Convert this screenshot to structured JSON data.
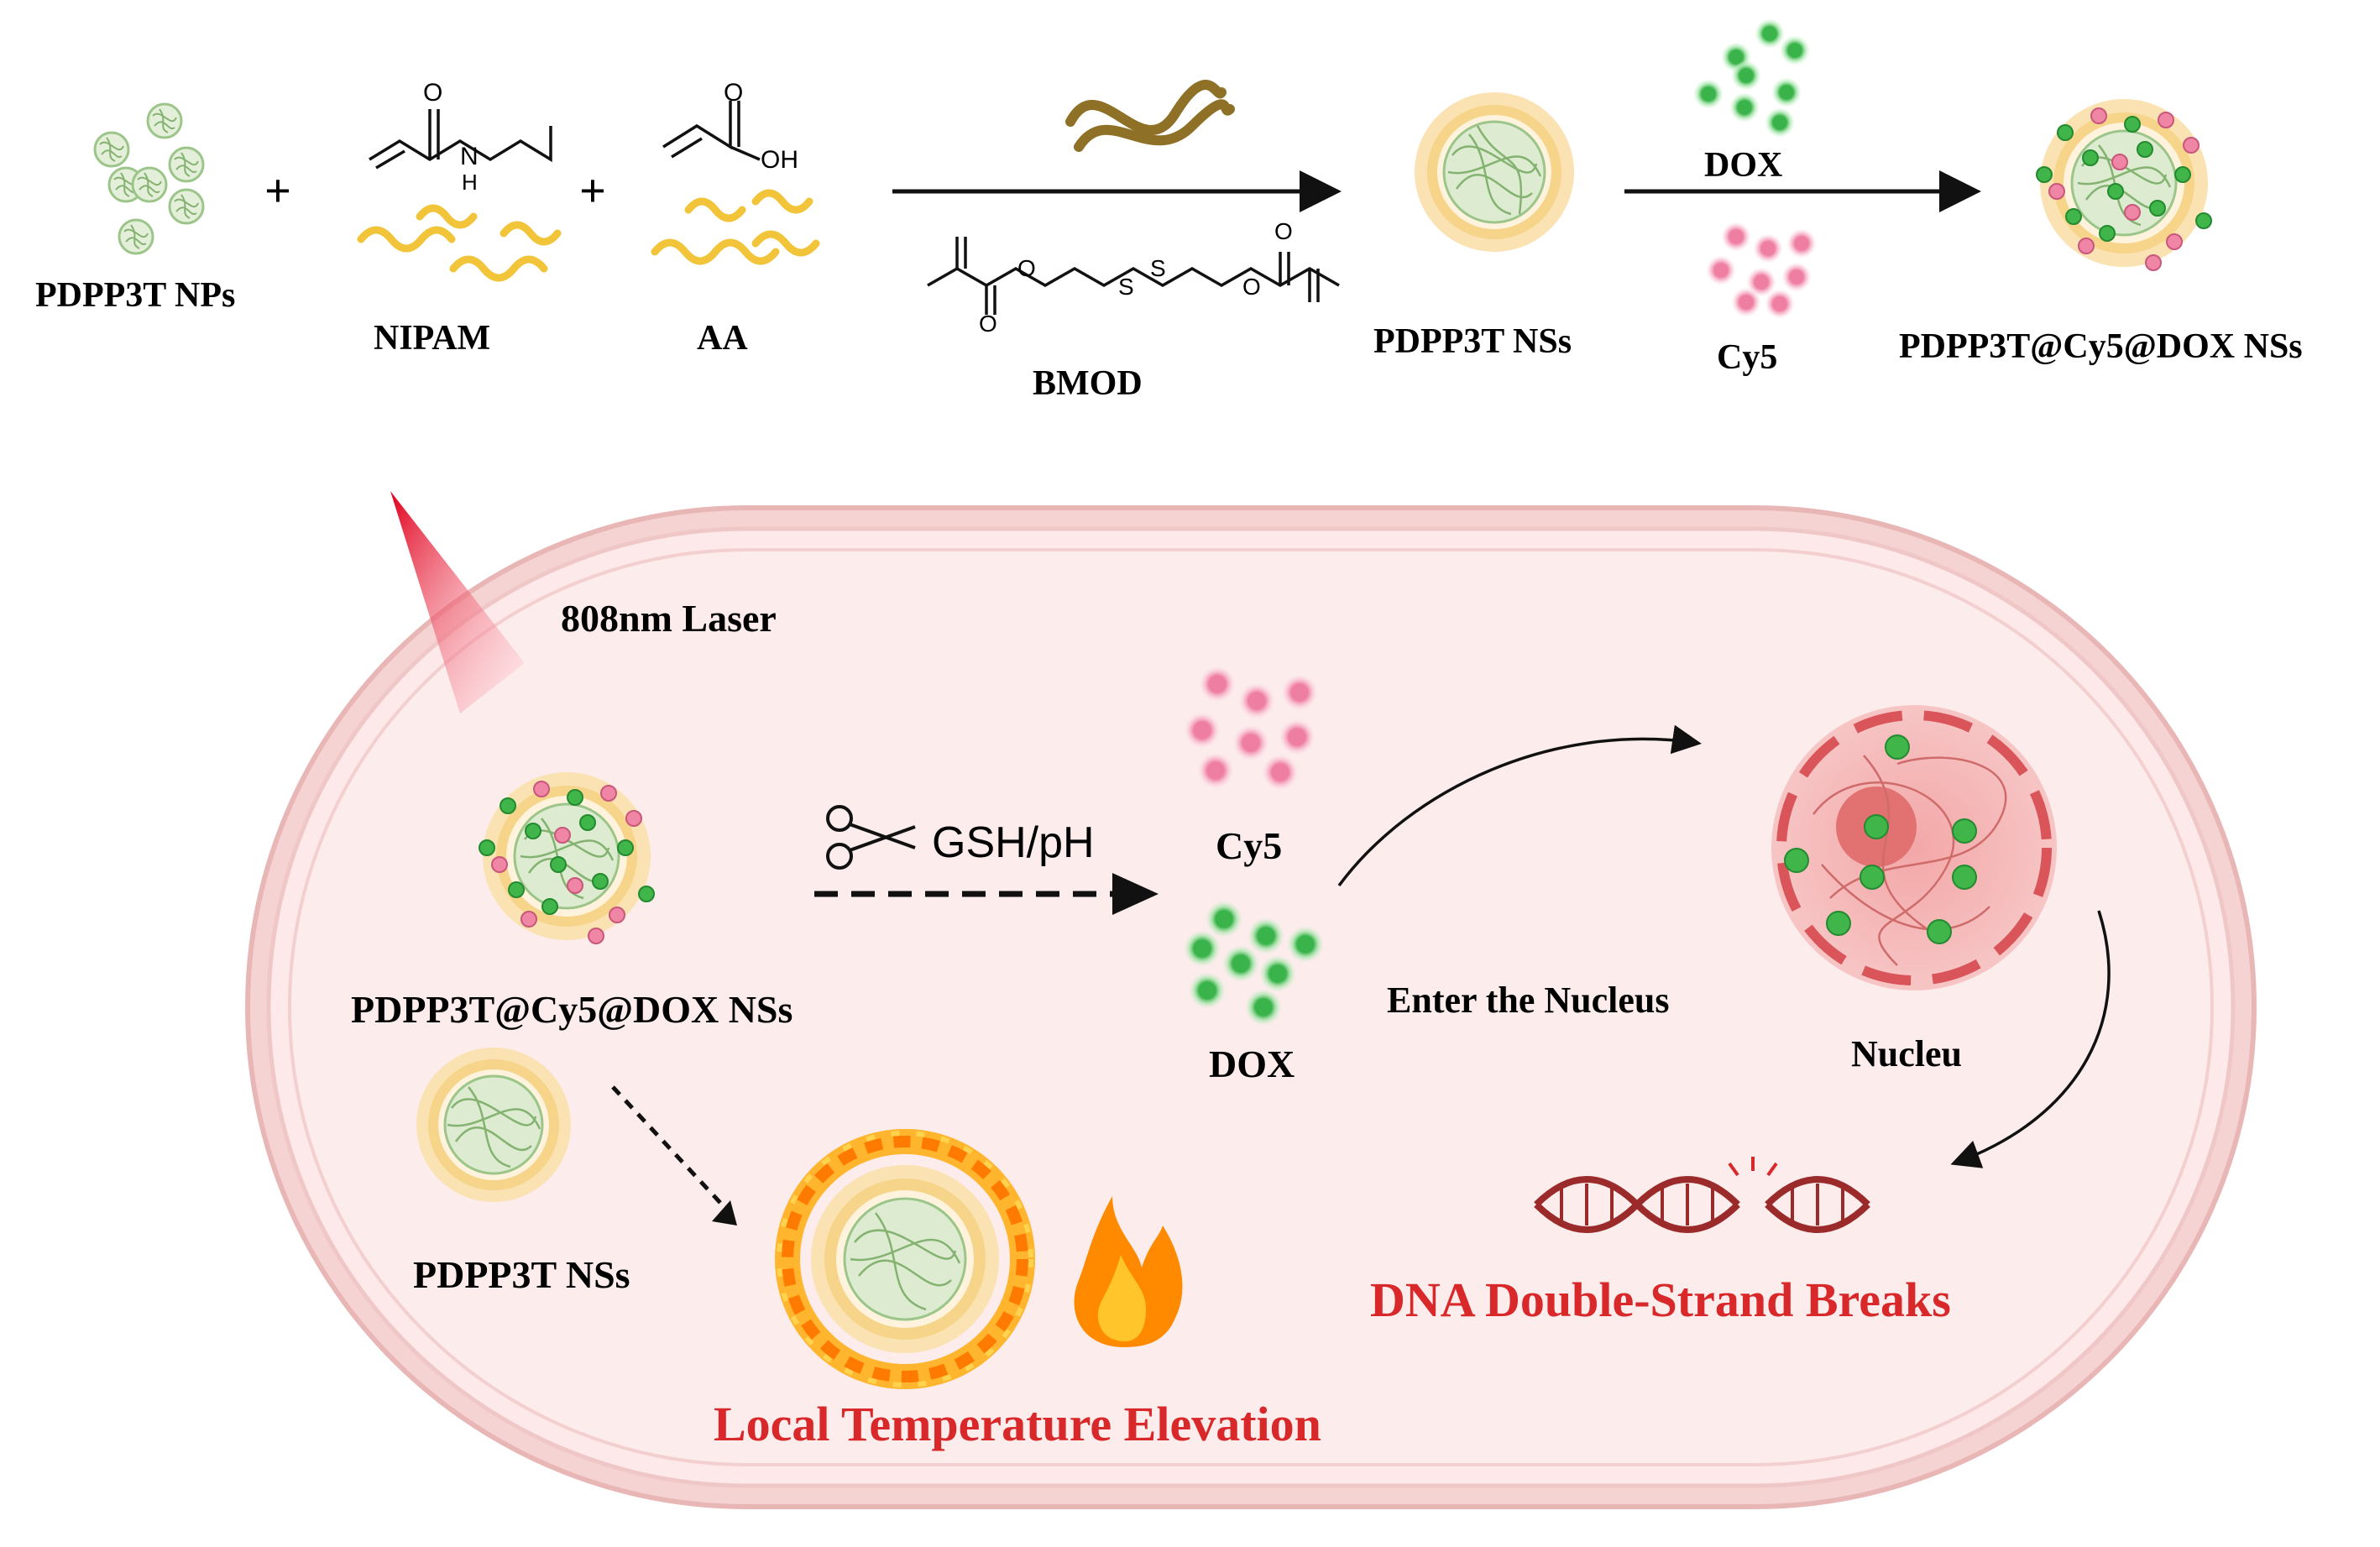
{
  "top": {
    "pdpp3t_nps": "PDPP3T NPs",
    "plus": "+",
    "nipam": "NIPAM",
    "aa": "AA",
    "bmod": "BMOD",
    "pdpp3t_nss": "PDPP3T NSs",
    "dox": "DOX",
    "cy5": "Cy5",
    "product": "PDPP3T@Cy5@DOX NSs",
    "chem_n": "N",
    "chem_h": "H",
    "chem_o": "O",
    "chem_oh": "OH",
    "chem_s": "S"
  },
  "cell": {
    "laser": "808nm Laser",
    "gsh_ph": "GSH/pH",
    "cy5": "Cy5",
    "dox": "DOX",
    "nss_label": "PDPP3T@Cy5@DOX NSs",
    "pdpp3t_nss": "PDPP3T NSs",
    "enter_nucleus": "Enter the Nucleus",
    "nucleu": "Nucleu",
    "dna_breaks": "DNA Double-Strand Breaks",
    "temp_elevation": "Local Temperature Elevation"
  },
  "colors": {
    "cell_membrane": "#f0c7c7",
    "cell_fill": "#fcecec",
    "dox_green": "#3fb54a",
    "cy5_pink": "#ef86a6",
    "shell_yellow": "#f6d489",
    "core_green": "#9cc58a",
    "accent_red": "#d8282a",
    "dna_red": "#9b2a2a"
  }
}
